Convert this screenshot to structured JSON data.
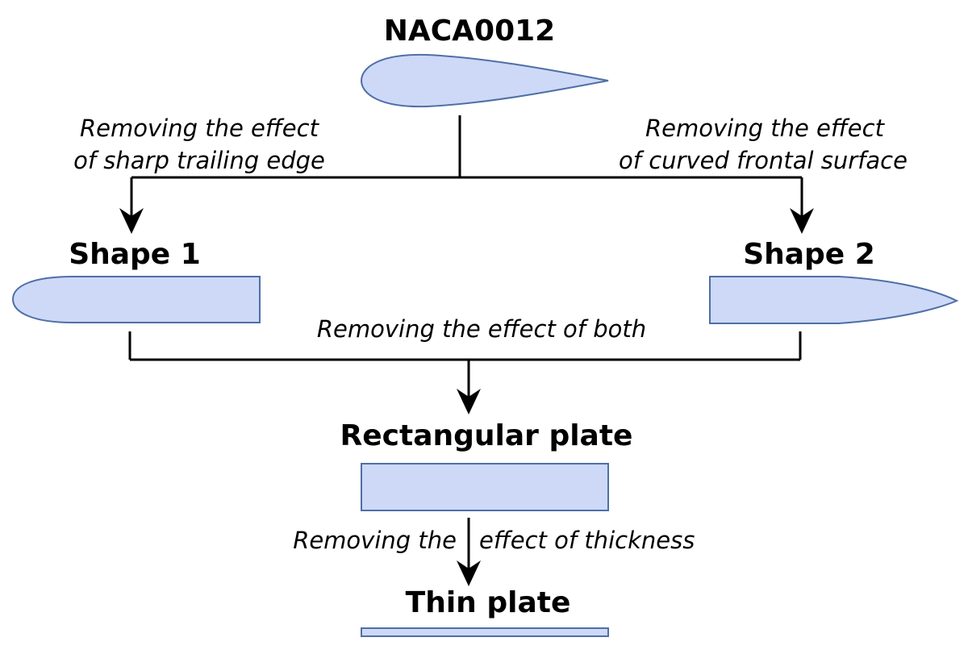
{
  "diagram": {
    "nodes": {
      "naca": {
        "label": "NACA0012"
      },
      "shape1": {
        "label": "Shape 1"
      },
      "shape2": {
        "label": "Shape 2"
      },
      "rect_plate": {
        "label": "Rectangular plate"
      },
      "thin_plate": {
        "label": "Thin plate"
      }
    },
    "edges": {
      "to_shape1": {
        "line1": "Removing the effect",
        "line2": "of sharp trailing edge"
      },
      "to_shape2": {
        "line1": "Removing the effect",
        "line2": "of curved frontal surface"
      },
      "to_rect": {
        "label": "Removing the effect of both"
      },
      "to_thin": {
        "left": "Removing the",
        "right": "effect of thickness"
      }
    }
  }
}
